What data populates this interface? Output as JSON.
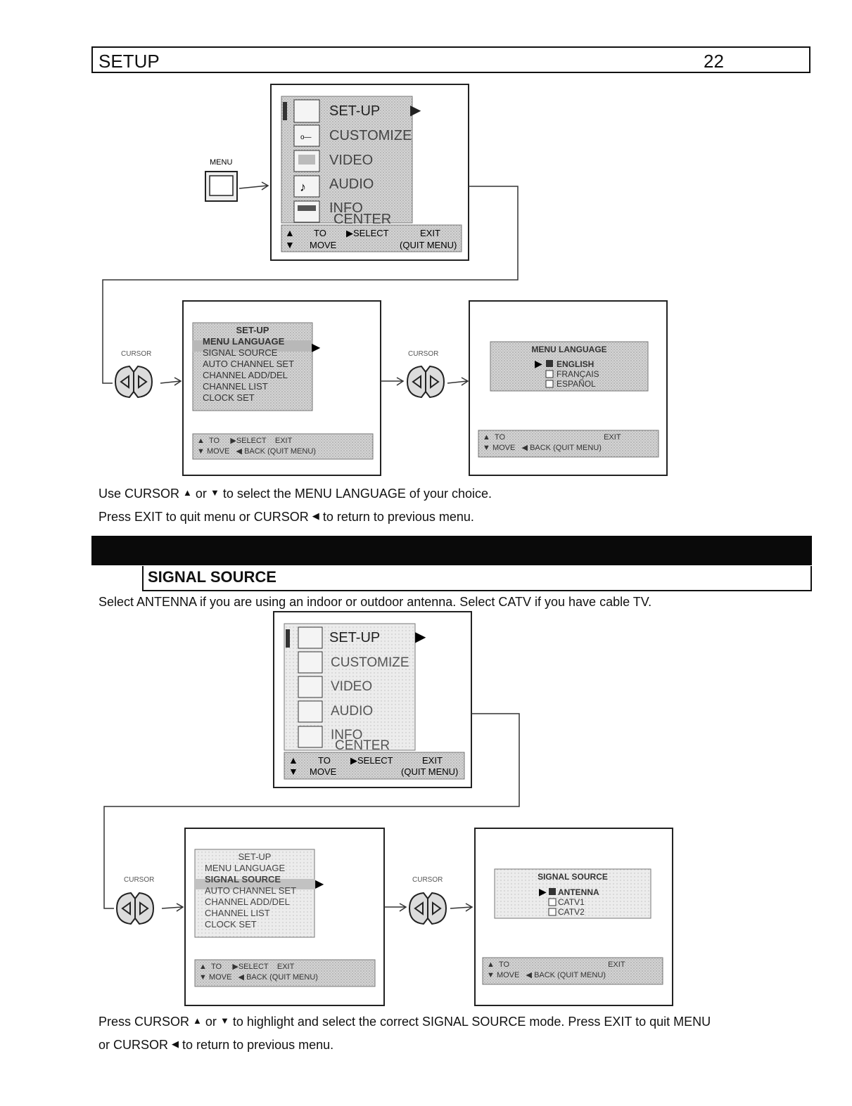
{
  "header": {
    "title": "SETUP",
    "page_number": "22"
  },
  "menu_button_label": "MENU",
  "cursor_label": "CURSOR",
  "main_menu": {
    "items": [
      "SET-UP",
      "CUSTOMIZE",
      "VIDEO",
      "AUDIO",
      "INFO",
      "CENTER"
    ],
    "footer": {
      "up": "TO",
      "down": "MOVE",
      "select": "SELECT",
      "exit": "EXIT",
      "quit": "(QUIT MENU)"
    }
  },
  "setup_menu": {
    "title": "SET-UP",
    "items": [
      "MENU LANGUAGE",
      "SIGNAL SOURCE",
      "AUTO CHANNEL SET",
      "CHANNEL ADD/DEL",
      "CHANNEL LIST",
      "CLOCK SET"
    ],
    "footer": {
      "to": "TO",
      "move": "MOVE",
      "select": "SELECT",
      "back": "BACK",
      "exit": "EXIT",
      "quit": "(QUIT MENU)"
    }
  },
  "language_menu": {
    "title": "MENU LANGUAGE",
    "options": [
      "ENGLISH",
      "FRANÇAIS",
      "ESPAÑOL"
    ],
    "footer": {
      "to": "TO",
      "move": "MOVE",
      "back": "BACK",
      "exit": "EXIT",
      "quit": "(QUIT MENU)"
    }
  },
  "signal_menu": {
    "title": "SIGNAL SOURCE",
    "options": [
      "ANTENNA",
      "CATV1",
      "CATV2"
    ]
  },
  "instructions1": {
    "line1": {
      "a": "Use CURSOR",
      "b": "or",
      "c": "to select the MENU LANGUAGE of your choice."
    },
    "line2": {
      "a": "Press EXIT to quit menu or CURSOR",
      "b": "to return to previous menu."
    }
  },
  "section": {
    "title": "SIGNAL SOURCE",
    "description": "Select ANTENNA if you are using an indoor or outdoor antenna. Select CATV if you have cable TV."
  },
  "instructions2": {
    "line1": {
      "a": "Press CURSOR",
      "b": "or",
      "c": "to highlight and select the correct SIGNAL SOURCE mode. Press EXIT to quit MENU"
    },
    "line2": {
      "a": "or CURSOR",
      "b": "to return to previous menu."
    }
  },
  "glyphs": {
    "up": "▲",
    "down": "▼",
    "left": "◀",
    "right": "▶"
  }
}
